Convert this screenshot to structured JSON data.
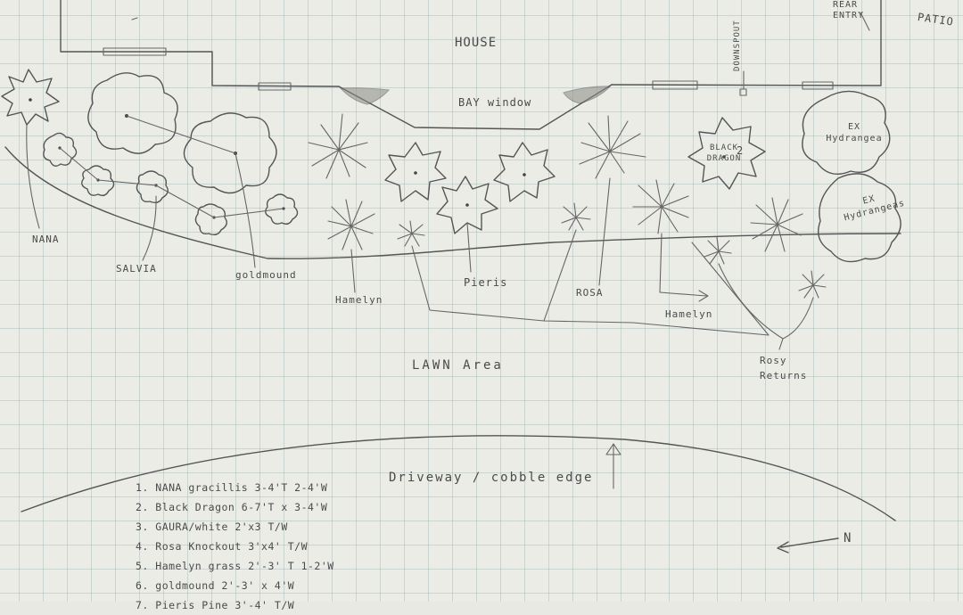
{
  "labels": {
    "house": "HOUSE",
    "bay_window": "BAY window",
    "downspout": "DOWNSPOUT",
    "rear_entry": "REAR ENTRY",
    "patio": "PATIO",
    "black_dragon": "BLACK DRAGON",
    "black_dragon_number": "2",
    "ex_hydrangea_1": "EX Hydrangea",
    "ex_hydrangea_2": "EX Hydrangeas",
    "nana": "NANA",
    "salvia": "SALVIA",
    "goldmound": "goldmound",
    "hamelyn_1": "Hamelyn",
    "pieris": "Pieris",
    "rosa": "ROSA",
    "hamelyn_2": "Hamelyn",
    "rosy_returns": "Rosy Returns",
    "lawn_area": "LAWN Area",
    "driveway": "Driveway / cobble edge",
    "north": "N"
  },
  "legend": [
    "1. NANA gracillis  3-4'T  2-4'W",
    "2. Black Dragon  6-7'T x 3-4'W",
    "3. GAURA/white  2'x3 T/W",
    "4. Rosa Knockout  3'x4' T/W",
    "5. Hamelyn grass  2'-3' T  1-2'W",
    "6. goldmound  2'-3' x 4'W",
    "7. Pieris Pine  3'-4' T/W"
  ]
}
